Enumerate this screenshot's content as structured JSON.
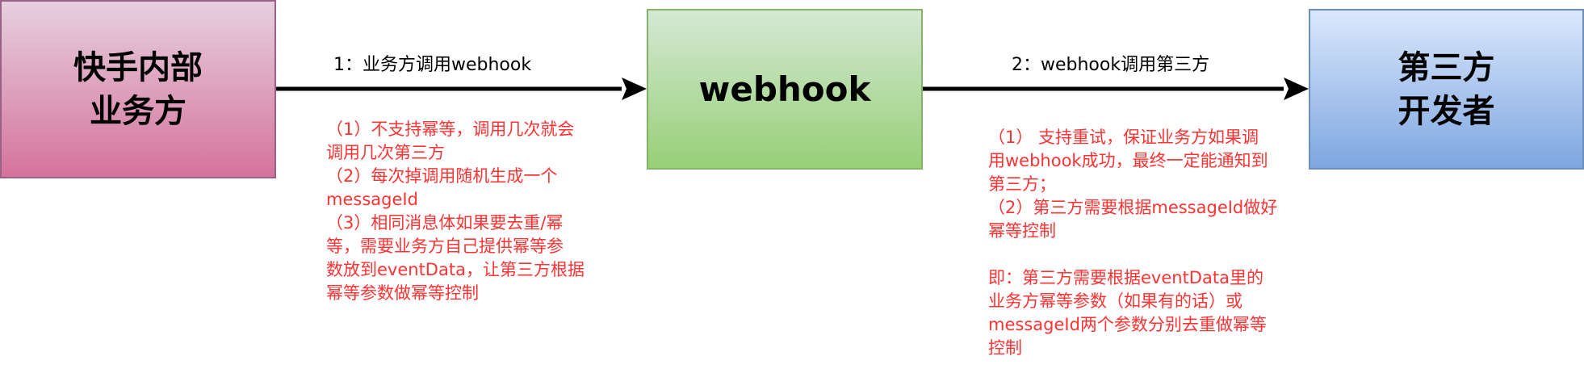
{
  "nodes": {
    "left": {
      "lines": [
        "快手内部",
        "业务方"
      ],
      "fill_top": "#e6d0de",
      "fill_bottom": "#d5739d",
      "stroke": "#996185"
    },
    "middle": {
      "lines": [
        "webhook"
      ],
      "fill_top": "#d5e8d4",
      "fill_bottom": "#97d077",
      "stroke": "#82b366"
    },
    "right": {
      "lines": [
        "第三方",
        "开发者"
      ],
      "fill_top": "#dae8fc",
      "fill_bottom": "#7ea6e0",
      "stroke": "#6c8ebf"
    }
  },
  "edges": [
    {
      "from": "left",
      "to": "middle",
      "label": "1：业务方调用webhook"
    },
    {
      "from": "middle",
      "to": "right",
      "label": "2：webhook调用第三方"
    }
  ],
  "notes": {
    "left": {
      "color": "#ff3333",
      "lines": [
        "（1）不支持幂等，调用几次就会",
        "调用几次第三方",
        "（2）每次掉调用随机生成一个",
        "messageId",
        "（3）相同消息体如果要去重/幂",
        "等，需要业务方自己提供幂等参",
        "数放到eventData，让第三方根据",
        "幂等参数做幂等控制"
      ]
    },
    "right": {
      "color": "#ff3333",
      "lines": [
        "（1） 支持重试，保证业务方如果调",
        "用webhook成功，最终一定能通知到",
        "第三方；",
        "（2）第三方需要根据messageId做好",
        "幂等控制",
        "",
        "即：第三方需要根据eventData里的",
        "业务方幂等参数（如果有的话）或",
        "messageId两个参数分别去重做幂等",
        "控制"
      ]
    }
  }
}
